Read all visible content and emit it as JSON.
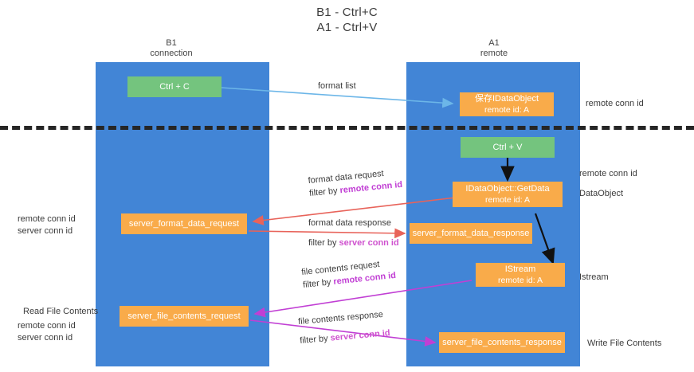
{
  "title": {
    "line1": "B1 - Ctrl+C",
    "line2": "A1 - Ctrl+V"
  },
  "columns": [
    {
      "name": "B1",
      "sub": "connection"
    },
    {
      "name": "A1",
      "sub": "remote"
    }
  ],
  "nodes": {
    "ctrl_c": {
      "label": "Ctrl + C",
      "color": "#74c47e"
    },
    "ctrl_v": {
      "label": "Ctrl + V",
      "color": "#74c47e"
    },
    "save_idataobject": {
      "line1": "保存IDataObject",
      "line2": "remote id: A",
      "color": "#f9ab4a"
    },
    "getdata": {
      "line1": "IDataObject::GetData",
      "line2": "remote id: A",
      "color": "#f9ab4a"
    },
    "istream": {
      "line1": "IStream",
      "line2": "remote id: A",
      "color": "#f9ab4a"
    },
    "server_format_data_request": {
      "label": "server_format_data_request",
      "color": "#f9ab4a"
    },
    "server_format_data_response": {
      "label": "server_format_data_response",
      "color": "#f9ab4a"
    },
    "server_file_contents_request": {
      "label": "server_file_contents_request",
      "color": "#f9ab4a"
    },
    "server_file_contents_response": {
      "label": "server_file_contents_response",
      "color": "#f9ab4a"
    }
  },
  "edges": {
    "format_list": {
      "label": "format list",
      "color": "#6cb6e8"
    },
    "format_data_request": {
      "l1": "format data request",
      "l2_prefix": "filter by ",
      "l2_hl": "remote conn id",
      "color": "#e8635a"
    },
    "format_data_response": {
      "l1": "format data response",
      "l2_prefix": "filter by ",
      "l2_hl": "server conn id",
      "color": "#e8635a"
    },
    "file_contents_request": {
      "l1": "file contents request",
      "l2_prefix": "filter by ",
      "l2_hl": "remote conn id",
      "color": "#c13fd4"
    },
    "file_contents_response": {
      "l1": "file contents response",
      "l2_prefix": "filter by ",
      "l2_hl": "server conn id",
      "color": "#c13fd4"
    }
  },
  "annotations": {
    "left_mid": {
      "purple": "remote conn id",
      "green": "server conn id"
    },
    "left_bottom": {
      "plain": "Read File Contents",
      "purple": "remote conn id",
      "green": "server conn id"
    },
    "right_top": {
      "purple": "remote conn id"
    },
    "right_dataobject": {
      "purple": "remote conn id",
      "plain": "DataObject"
    },
    "right_istream": {
      "plain": "Istream"
    },
    "right_write": {
      "plain": "Write File Contents"
    }
  },
  "colors": {
    "lane": "#4285d6",
    "green_node": "#74c47e",
    "orange_node": "#f9ab4a",
    "divider": "#262626",
    "purple": "#a33ec0",
    "green_text": "#57b862",
    "red_arrow": "#e8635a",
    "blue_arrow": "#6cb6e8",
    "magenta_arrow": "#c13fd4"
  }
}
